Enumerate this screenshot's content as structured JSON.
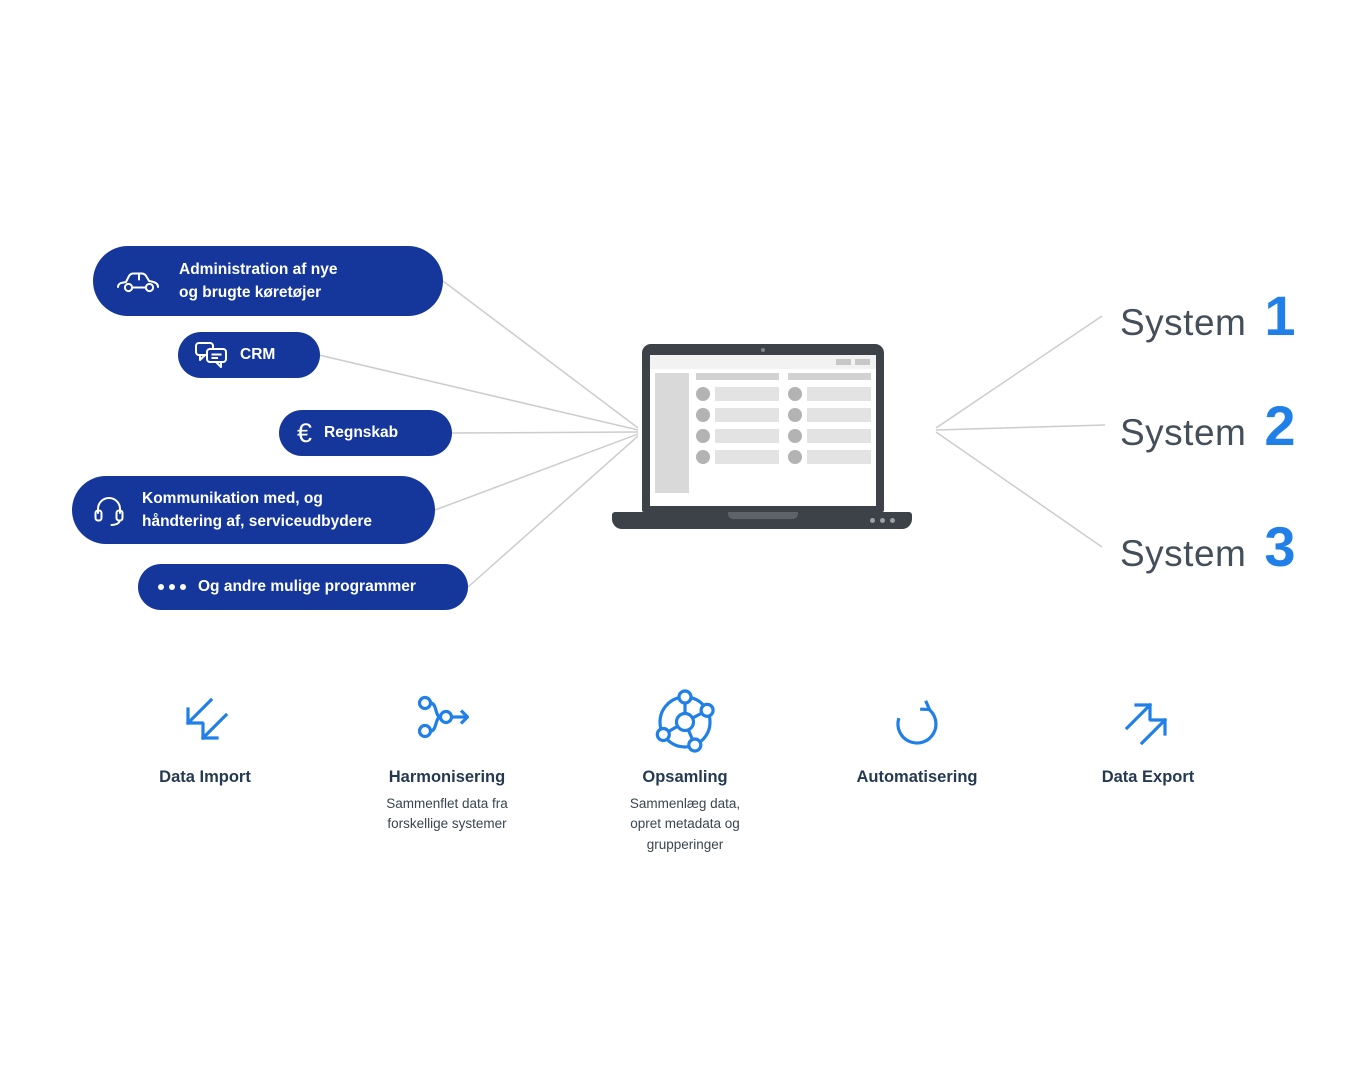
{
  "colors": {
    "pill_background": "#15379B",
    "accent_blue": "#2080E8",
    "system_text": "#444F59",
    "feature_title": "#253A52",
    "laptop_body": "#3C4247",
    "connector_line": "#CCCCCC"
  },
  "sources": [
    {
      "icon": "car-icon",
      "line1": "Administration af nye",
      "line2": "og brugte køretøjer"
    },
    {
      "icon": "chat-bubbles-icon",
      "label": "CRM"
    },
    {
      "icon": "euro-icon",
      "symbol": "€",
      "label": "Regnskab"
    },
    {
      "icon": "headset-icon",
      "line1": "Kommunikation med, og",
      "line2": "håndtering af, serviceudbydere"
    },
    {
      "icon": "ellipsis-icon",
      "label": "Og andre mulige programmer"
    }
  ],
  "systems": [
    {
      "word": "System",
      "number": "1"
    },
    {
      "word": "System",
      "number": "2"
    },
    {
      "word": "System",
      "number": "3"
    }
  ],
  "features": [
    {
      "icon": "data-import-arrows-icon",
      "title": "Data Import"
    },
    {
      "icon": "merge-branches-icon",
      "title": "Harmonisering",
      "sub1": "Sammenflet data fra",
      "sub2": "forskellige systemer"
    },
    {
      "icon": "cluster-nodes-icon",
      "title": "Opsamling",
      "sub1": "Sammenlæg data,",
      "sub2": "opret metadata og",
      "sub3": "grupperinger"
    },
    {
      "icon": "circular-arrows-icon",
      "title": "Automatisering"
    },
    {
      "icon": "data-export-arrows-icon",
      "title": "Data Export"
    }
  ]
}
